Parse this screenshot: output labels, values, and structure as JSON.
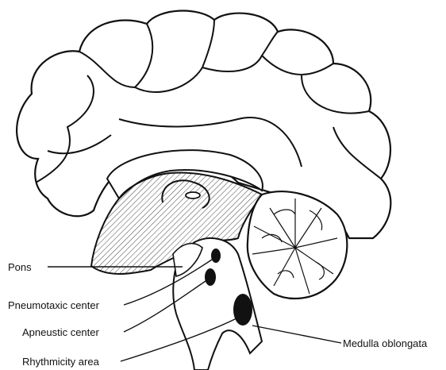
{
  "labels": {
    "pons": "Pons",
    "pneumotaxic": "Pneumotaxic center",
    "apneustic": "Apneustic center",
    "rhythmicity": "Rhythmicity area",
    "medulla": "Medulla oblongata"
  },
  "colors": {
    "line": "#111111",
    "background": "#ffffff",
    "hatch": "#444444"
  }
}
